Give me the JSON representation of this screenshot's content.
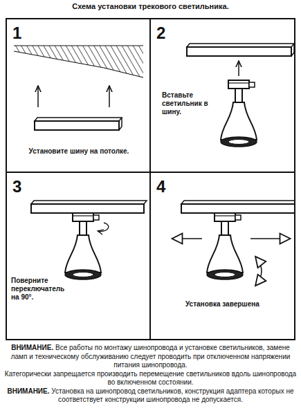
{
  "diagram": {
    "title": "Схема установки трекового светильника.",
    "nodes": [
      {
        "text": [
          "1",
          "Установите шину на потолке."
        ]
      },
      {
        "text": [
          "2",
          "Вставьте светильник в шину."
        ]
      },
      {
        "text": [
          "3",
          "Поверните переключатель на 90°."
        ]
      },
      {
        "text": [
          "4",
          "Установка завершена"
        ]
      }
    ],
    "labels": [
      "ВНИМАНИЕ.",
      "Все работы по монтажу шинопровода и установке светильников, замене ламп и техническому обслуживанию следует проводить при отключенном напряжении питания шинопровода.",
      "Категорически запрещается производить перемещение светильников вдоль шинопровода во включенном состоянии.",
      "ВНИМАНИЕ.",
      "Установка на шинопровод светильников, конструкция адаптера которых не соответствует конструкции шинопровода не допускается."
    ]
  }
}
